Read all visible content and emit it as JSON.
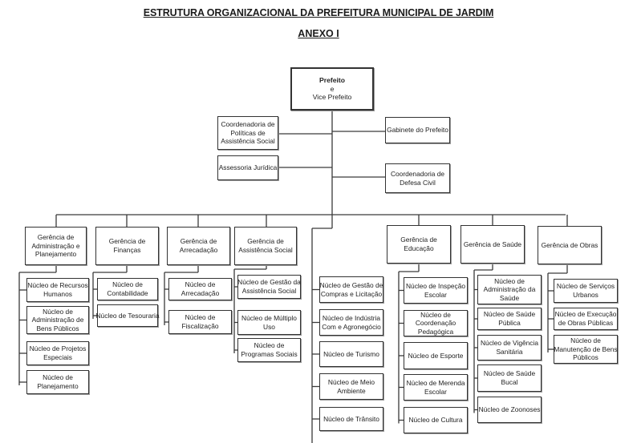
{
  "document": {
    "title": "ESTRUTURA ORGANIZACIONAL DA PREFEITURA MUNICIPAL DE JARDIM",
    "subtitle": "ANEXO I"
  },
  "root": {
    "id": "prefeito",
    "lines": [
      "Prefeito",
      "e",
      "Vice Prefeito"
    ]
  },
  "staff_units": [
    {
      "id": "coord-politicas",
      "side": "left",
      "lines": [
        "Coordenadoria de",
        "Políticas de",
        "Assistência Social"
      ]
    },
    {
      "id": "gabinete",
      "side": "right",
      "lines": [
        "Gabinete do Prefeito"
      ]
    },
    {
      "id": "assessoria-juridica",
      "side": "left",
      "lines": [
        "Assessoria Jurídica"
      ]
    },
    {
      "id": "defesa-civil",
      "side": "right",
      "lines": [
        "Coordenadoria de",
        "Defesa Civil"
      ]
    }
  ],
  "managements": [
    {
      "id": "ger-admin",
      "lines": [
        "Gerência de",
        "Administração e",
        "Planejamento"
      ],
      "nucleos": [
        {
          "lines": [
            "Núcleo de Recursos",
            "Humanos"
          ]
        },
        {
          "lines": [
            "Núcleo de",
            "Administração de",
            "Bens Públicos"
          ]
        },
        {
          "lines": [
            "Núcleo de Projetos",
            "Especiais"
          ]
        },
        {
          "lines": [
            "Núcleo de",
            "Planejamento"
          ]
        }
      ]
    },
    {
      "id": "ger-financas",
      "lines": [
        "Gerência de",
        "Finanças"
      ],
      "nucleos": [
        {
          "lines": [
            "Núcleo de",
            "Contabilidade"
          ]
        },
        {
          "lines": [
            "Núcleo de Tesouraria"
          ]
        }
      ]
    },
    {
      "id": "ger-arrecadacao",
      "lines": [
        "Gerência de",
        "Arrecadação"
      ],
      "nucleos": [
        {
          "lines": [
            "Núcleo de",
            "Arrecadação"
          ]
        },
        {
          "lines": [
            "Núcleo de",
            "Fiscalização"
          ]
        }
      ]
    },
    {
      "id": "ger-assistencia",
      "lines": [
        "Gerência de",
        "Assistência Social"
      ],
      "nucleos": [
        {
          "lines": [
            "Núcleo de Gestão da",
            "Assistência Social"
          ]
        },
        {
          "lines": [
            "Núcleo de Múltiplo",
            "Uso"
          ]
        },
        {
          "lines": [
            "Núcleo de",
            "Programas Sociais"
          ]
        }
      ]
    },
    {
      "id": "direct-nucleos",
      "lines": [],
      "nucleos": [
        {
          "lines": [
            "Núcleo de Gestão de",
            "Compras e Licitação"
          ]
        },
        {
          "lines": [
            "Núcleo de Indústria",
            "Com e Agronegócio"
          ]
        },
        {
          "lines": [
            "Núcleo de Turismo"
          ]
        },
        {
          "lines": [
            "Núcleo de Meio",
            "Ambiente"
          ]
        },
        {
          "lines": [
            "Núcleo de Trânsito"
          ]
        }
      ]
    },
    {
      "id": "ger-educacao",
      "lines": [
        "Gerência de",
        "Educação"
      ],
      "nucleos": [
        {
          "lines": [
            "Núcleo de Inspeção",
            "Escolar"
          ]
        },
        {
          "lines": [
            "Núcleo de",
            "Coordenação",
            "Pedagógica"
          ]
        },
        {
          "lines": [
            "Núcleo de Esporte"
          ]
        },
        {
          "lines": [
            "Núcleo de Merenda",
            "Escolar"
          ]
        },
        {
          "lines": [
            "Núcleo de Cultura"
          ]
        }
      ]
    },
    {
      "id": "ger-saude",
      "lines": [
        "Gerência de Saúde"
      ],
      "nucleos": [
        {
          "lines": [
            "Núcleo de",
            "Administração da",
            "Saúde"
          ]
        },
        {
          "lines": [
            "Núcleo de Saúde",
            "Pública"
          ]
        },
        {
          "lines": [
            "Núcleo de Vigência",
            "Sanitária"
          ]
        },
        {
          "lines": [
            "Núcleo de Saúde",
            "Bucal"
          ]
        },
        {
          "lines": [
            "Núcleo de Zoonoses"
          ]
        }
      ]
    },
    {
      "id": "ger-obras",
      "lines": [
        "Gerência de Obras"
      ],
      "nucleos": [
        {
          "lines": [
            "Núcleo de Serviços",
            "Urbanos"
          ]
        },
        {
          "lines": [
            "Núcleo de Execução",
            "de Obras Públicas"
          ]
        },
        {
          "lines": [
            "Núcleo de",
            "Manutenção de Bens",
            "Públicos"
          ]
        }
      ]
    }
  ]
}
